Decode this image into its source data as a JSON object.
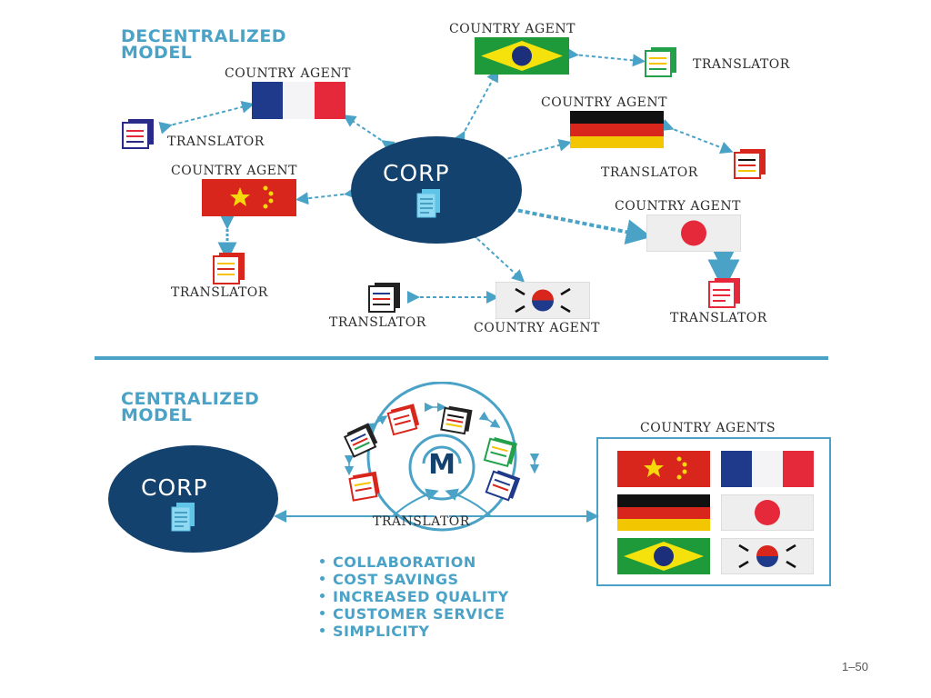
{
  "decentralized": {
    "heading_line1": "DECENTRALIZED",
    "heading_line2": "MODEL",
    "corp_label": "CORP",
    "country_agent_label": "COUNTRY AGENT",
    "translator_label": "TRANSLATOR"
  },
  "centralized": {
    "heading_line1": "CENTRALIZED",
    "heading_line2": "MODEL",
    "corp_label": "CORP",
    "translator_label": "TRANSLATOR",
    "country_agents_label": "COUNTRY AGENTS",
    "hub_letter": "M",
    "benefits": [
      "COLLABORATION",
      "COST SAVINGS",
      "INCREASED QUALITY",
      "CUSTOMER SERVICE",
      "SIMPLICITY"
    ]
  },
  "colors": {
    "accent": "#4aa3c7",
    "corp_navy": "#13426e",
    "divider": "#4aa3c7"
  },
  "page_number": "1–50"
}
